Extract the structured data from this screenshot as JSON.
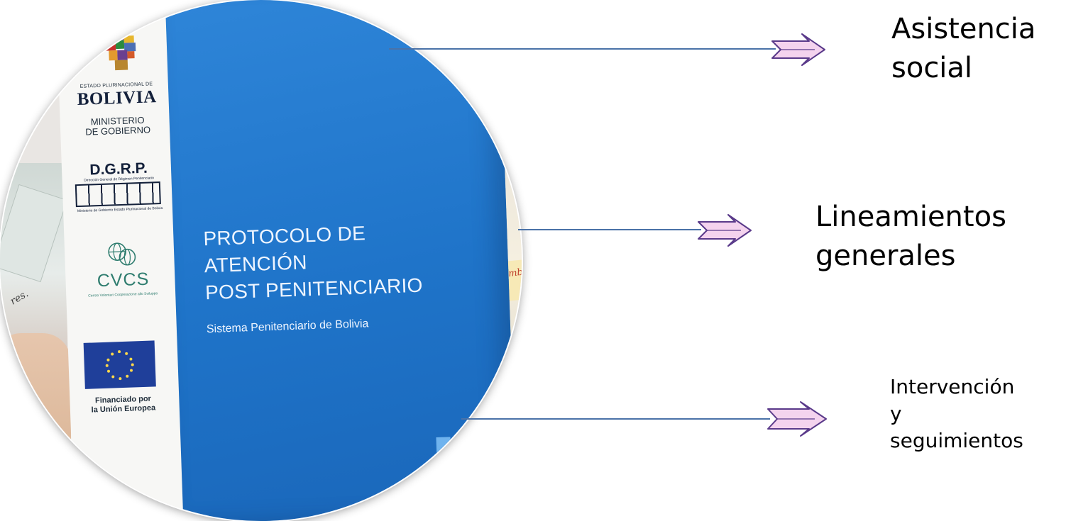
{
  "cover": {
    "spine": {
      "estado_text": "ESTADO PLURINACIONAL DE",
      "bolivia_text": "BOLIVIA",
      "ministerio_text": "MINISTERIO\nDE GOBIERNO",
      "dgrp_text": "D.G.R.P.",
      "dgrp_subtitle": "Dirección General de Régimen Penitenciario",
      "dgrp_ministry": "Ministerio de Gobierno Estado Plurinacional de Bolivia",
      "cvcs_text": "CVCS",
      "cvcs_subtitle": "Centro Volontari Cooperazione allo Sviluppo",
      "financed_text": "Financiado por\nla Unión Europea"
    },
    "title_line1": "PROTOCOLO DE",
    "title_line2": "ATENCIÓN",
    "title_line3": "POST PENITENCIARIO",
    "subtitle": "Sistema Penitenciario de Bolivia",
    "handwriting": "Preamb"
  },
  "branches": [
    {
      "lines": [
        "Asistencia",
        "social"
      ]
    },
    {
      "lines": [
        "Lineamientos",
        "generales"
      ]
    },
    {
      "lines": [
        "Intervención",
        "y",
        "seguimientos"
      ]
    }
  ],
  "colors": {
    "cover_blue": "#1f74c9",
    "connector_line": "#4a72a8",
    "arrow_fill": "#f4d3ee",
    "arrow_stroke": "#5a3a8a"
  }
}
